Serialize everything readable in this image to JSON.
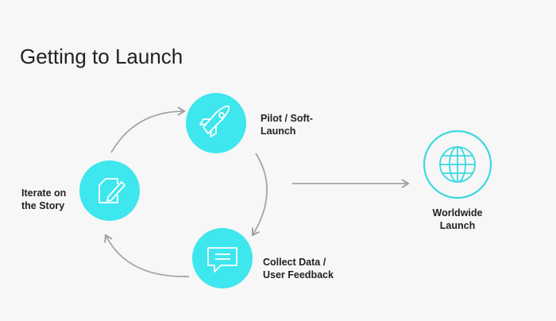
{
  "slide": {
    "title": "Getting to Launch",
    "steps": [
      {
        "label_line1": "Pilot / Soft-",
        "label_line2": "Launch",
        "icon": "rocket-icon"
      },
      {
        "label_line1": "Collect Data /",
        "label_line2": "User Feedback",
        "icon": "chat-icon"
      },
      {
        "label_line1": "Iterate on",
        "label_line2": "the Story",
        "icon": "edit-icon"
      }
    ],
    "final": {
      "label_line1": "Worldwide",
      "label_line2": "Launch",
      "icon": "globe-icon"
    },
    "colors": {
      "accent": "#3ee6ee",
      "arrow": "#999999",
      "text": "#222222"
    }
  }
}
